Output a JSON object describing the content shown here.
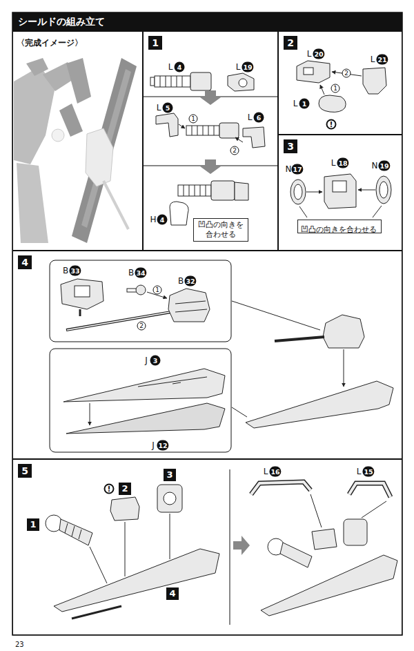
{
  "diagram": {
    "title": "シールドの組み立て",
    "nodes": [
      {
        "text": [
          "〈完成イメージ〉"
        ]
      },
      {
        "text": [
          "1"
        ]
      },
      {
        "text": [
          "2"
        ]
      },
      {
        "text": [
          "3"
        ]
      },
      {
        "text": [
          "4"
        ]
      },
      {
        "text": [
          "5"
        ]
      },
      {
        "text": [
          "凹凸の向きを合わせる"
        ],
        "in": 1
      },
      {
        "text": [
          "凹凸の向きを合わせる"
        ],
        "in": 3
      }
    ],
    "labels": [
      "L",
      "4",
      "L",
      "19",
      "L",
      "5",
      "1",
      "L",
      "6",
      "2",
      "H",
      "4",
      "L",
      "20",
      "2",
      "L",
      "21",
      "1",
      "L",
      "1",
      "!",
      "N",
      "17",
      "L",
      "18",
      "N",
      "19",
      "B",
      "33",
      "B",
      "34",
      "1",
      "B",
      "32",
      "2",
      "J",
      "3",
      "J",
      "12",
      "!",
      "2",
      "3",
      "1",
      "4",
      "L",
      "16",
      "L",
      "15",
      "23"
    ]
  }
}
